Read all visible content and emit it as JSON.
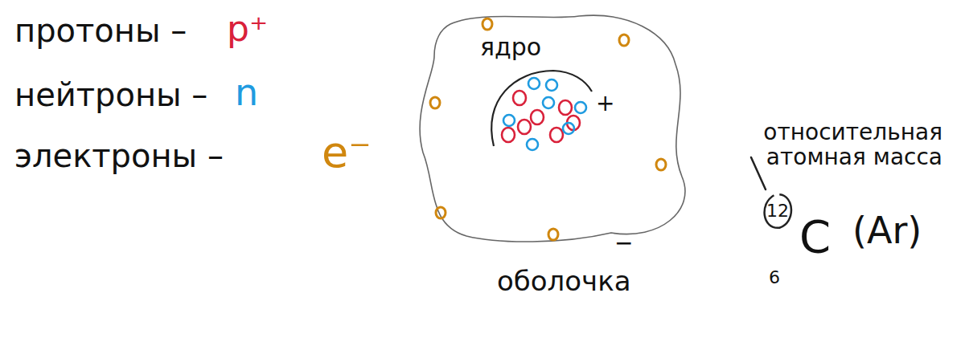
{
  "diagram": {
    "nodes": [
      {
        "text": [
          "оболочка"
        ]
      },
      {
        "text": [
          "ядро",
          "+"
        ],
        "in": 0
      },
      {
        "text": [
          "12"
        ]
      }
    ],
    "labels": [
      "протоны –",
      "p⁺",
      "нейтроны –",
      "n",
      "электроны –",
      "e⁻",
      "−",
      "относительная атомная масса",
      "C",
      "6",
      "(Ar)"
    ]
  }
}
